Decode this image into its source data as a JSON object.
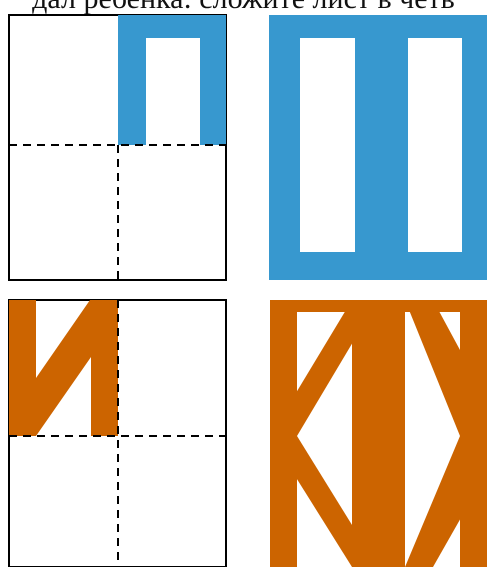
{
  "caption": "дал ребенка: сложите лист в четв",
  "colors": {
    "blue": "#3798cf",
    "orange": "#cc6400",
    "frame": "#000000",
    "background": "#ffffff"
  },
  "panels": [
    {
      "id": "folded-blue",
      "kind": "folded-sheet",
      "color": "blue"
    },
    {
      "id": "unfolded-blue",
      "kind": "unfolded-result",
      "color": "blue"
    },
    {
      "id": "folded-orange",
      "kind": "folded-sheet",
      "color": "orange"
    },
    {
      "id": "unfolded-orange",
      "kind": "unfolded-result",
      "color": "orange"
    }
  ]
}
